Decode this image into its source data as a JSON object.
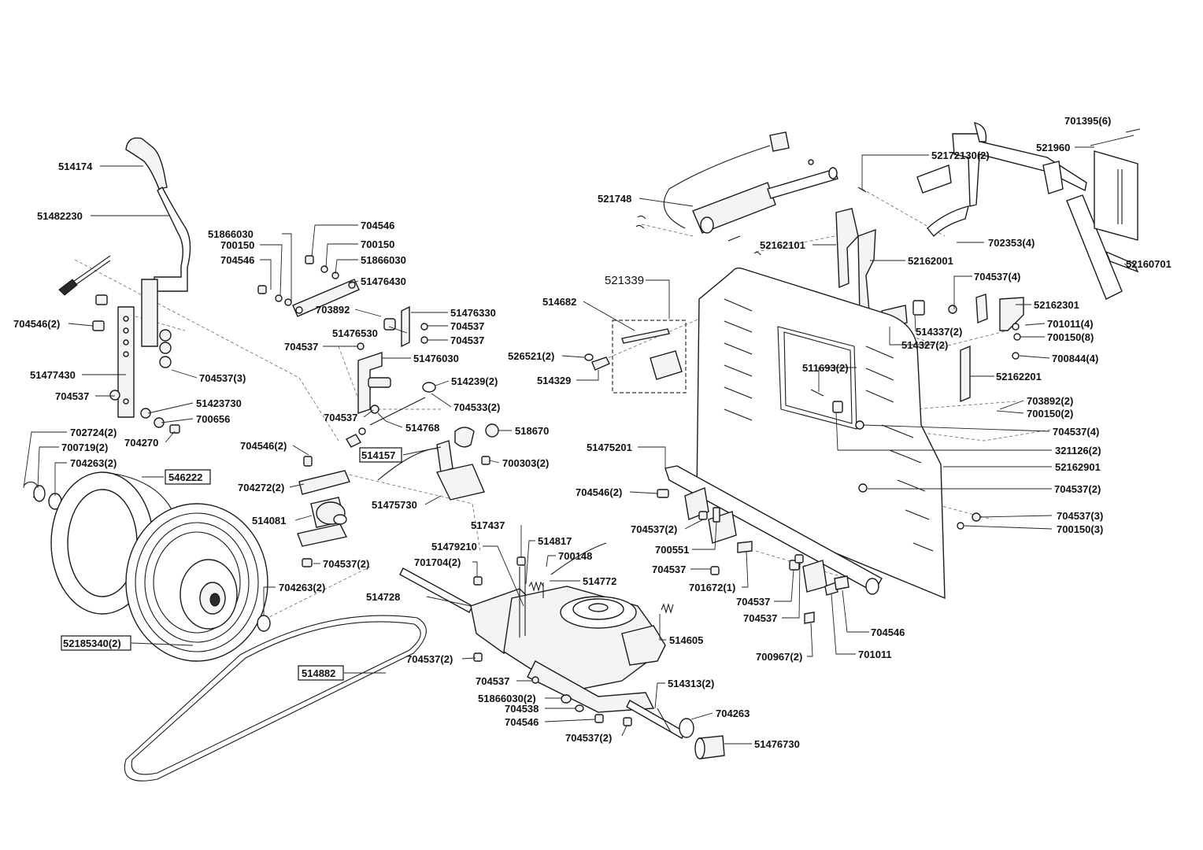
{
  "labels": {
    "l_514174": "514174",
    "l_51482230": "51482230",
    "l_704546_2_a": "704546(2)",
    "l_51477430": "51477430",
    "l_704537_a": "704537",
    "l_704537_3_a": "704537(3)",
    "l_51423730": "51423730",
    "l_700656": "700656",
    "l_704270": "704270",
    "l_702724_2": "702724(2)",
    "l_700719_2": "700719(2)",
    "l_704263_2_a": "704263(2)",
    "l_546222": "546222",
    "l_704546_2_b": "704546(2)",
    "l_704272_2": "704272(2)",
    "l_514081": "514081",
    "l_704537_2_a": "704537(2)",
    "l_704263_2_b": "704263(2)",
    "l_52185340_2": "52185340(2)",
    "l_514882": "514882",
    "l_51866030_a": "51866030",
    "l_700150_a": "700150",
    "l_704546_a": "704546",
    "l_704546_b": "704546",
    "l_700150_b": "700150",
    "l_51866030_b": "51866030",
    "l_51476430": "51476430",
    "l_703892": "703892",
    "l_51476330": "51476330",
    "l_51476530": "51476530",
    "l_704537_b": "704537",
    "l_704537_c": "704537",
    "l_704537_d": "704537",
    "l_51476030": "51476030",
    "l_514239_2": "514239(2)",
    "l_704533_2": "704533(2)",
    "l_704537_e": "704537",
    "l_514768": "514768",
    "l_518670": "518670",
    "l_514157": "514157",
    "l_700303_2": "700303(2)",
    "l_51475730": "51475730",
    "l_517437": "517437",
    "l_514817": "514817",
    "l_51479210": "51479210",
    "l_701704_2": "701704(2)",
    "l_700148": "700148",
    "l_514772": "514772",
    "l_514728": "514728",
    "l_514605": "514605",
    "l_704537_2_b": "704537(2)",
    "l_704537_f": "704537",
    "l_514313_2": "514313(2)",
    "l_51866030_2": "51866030(2)",
    "l_704538": "704538",
    "l_704546_c": "704546",
    "l_704537_2_c": "704537(2)",
    "l_704263": "704263",
    "l_51476730": "51476730",
    "l_521339": "521339",
    "l_514682": "514682",
    "l_526521_2": "526521(2)",
    "l_514329": "514329",
    "l_521748": "521748",
    "l_52172130_2": "52172130(2)",
    "l_701395_6": "701395(6)",
    "l_521960": "521960",
    "l_52162101": "52162101",
    "l_52162001": "52162001",
    "l_702353_4": "702353(4)",
    "l_52160701": "52160701",
    "l_704537_4_a": "704537(4)",
    "l_52162301": "52162301",
    "l_514337_2": "514337(2)",
    "l_701011_4": "701011(4)",
    "l_514327_2": "514327(2)",
    "l_700150_8": "700150(8)",
    "l_700844_4": "700844(4)",
    "l_511693_2": "511693(2)",
    "l_52162201": "52162201",
    "l_703892_2": "703892(2)",
    "l_700150_2": "700150(2)",
    "l_704537_4_b": "704537(4)",
    "l_321126_2": "321126(2)",
    "l_51475201": "51475201",
    "l_52162901": "52162901",
    "l_704546_2_c": "704546(2)",
    "l_704537_2_d": "704537(2)",
    "l_704537_2_e": "704537(2)",
    "l_704537_3_b": "704537(3)",
    "l_700150_3": "700150(3)",
    "l_700551": "700551",
    "l_704537_g": "704537",
    "l_701672_1": "701672(1)",
    "l_704537_h": "704537",
    "l_704537_i": "704537",
    "l_704546_d": "704546",
    "l_700967_2": "700967(2)",
    "l_701011": "701011"
  }
}
